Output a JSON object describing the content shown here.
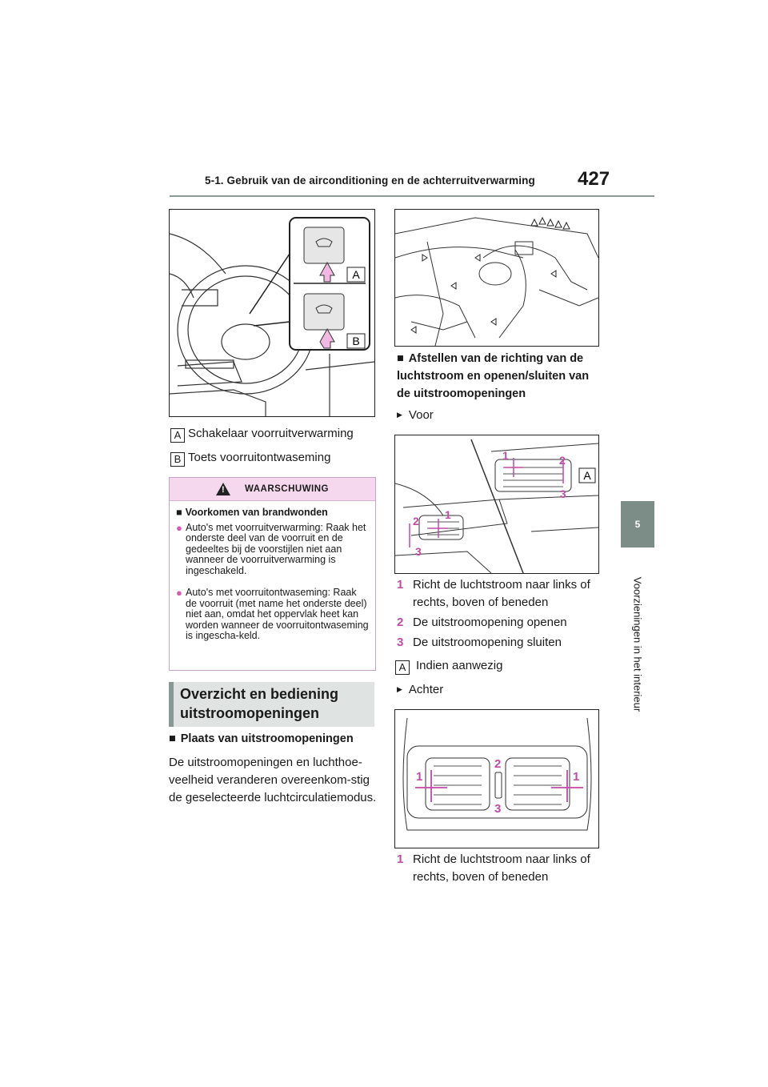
{
  "header": {
    "section_title": "5-1. Gebruik van de airconditioning en de achterruitverwarming",
    "page_number": "427"
  },
  "side_tab": {
    "chapter": "5",
    "chapter_title": "Voorzieningen in het interieur"
  },
  "figure1": {
    "label_a": "A",
    "label_b": "B"
  },
  "captions": {
    "a": {
      "key": "A",
      "text": "Schakelaar voorruitverwarming"
    },
    "b": {
      "key": "B",
      "text": "Toets voorruitontwaseming"
    }
  },
  "warning": {
    "title": "WAARSCHUWING",
    "subtitle": "Voorkomen van brandwonden",
    "bullets": [
      "Auto's met voorruitverwarming: Raak het onderste deel van de voorruit en de gedeeltes bij de voorstijlen niet aan wanneer de voorruitverwarming is ingeschakeld.",
      "Auto's met voorruitontwaseming: Raak de voorruit (met name het onderste deel) niet aan, omdat het oppervlak heet kan worden wanneer de voorruitontwaseming is ingescha-keld."
    ]
  },
  "section": {
    "title": "Overzicht en bediening uitstroomopeningen"
  },
  "left_col": {
    "subheading": "Plaats van uitstroomopeningen",
    "paragraph": "De uitstroomopeningen en luchthoe-veelheid veranderen overeenkom-stig de geselecteerde luchtcirculatiemodus."
  },
  "right_col": {
    "subheading": "Afstellen van de richting van de luchtstroom en openen/sluiten van de uitstroomopeningen",
    "front_label": "Voor",
    "front_items": [
      {
        "n": "1",
        "text": "Richt de luchtstroom naar links of rechts, boven of beneden"
      },
      {
        "n": "2",
        "text": "De uitstroomopening openen"
      },
      {
        "n": "3",
        "text": "De uitstroomopening sluiten"
      }
    ],
    "note_a": {
      "key": "A",
      "text": "Indien aanwezig"
    },
    "rear_label": "Achter",
    "rear_items": [
      {
        "n": "1",
        "text": "Richt de luchtstroom naar links of rechts, boven of beneden"
      }
    ]
  },
  "figure3": {
    "n1": "1",
    "n2": "2",
    "n3": "3",
    "label_a": "A"
  },
  "figure4": {
    "n1": "1",
    "n2": "2",
    "n3": "3"
  },
  "colors": {
    "accent": "#c04aa9",
    "warning_bg": "#f6d8ee",
    "tab": "#7c8c87"
  }
}
